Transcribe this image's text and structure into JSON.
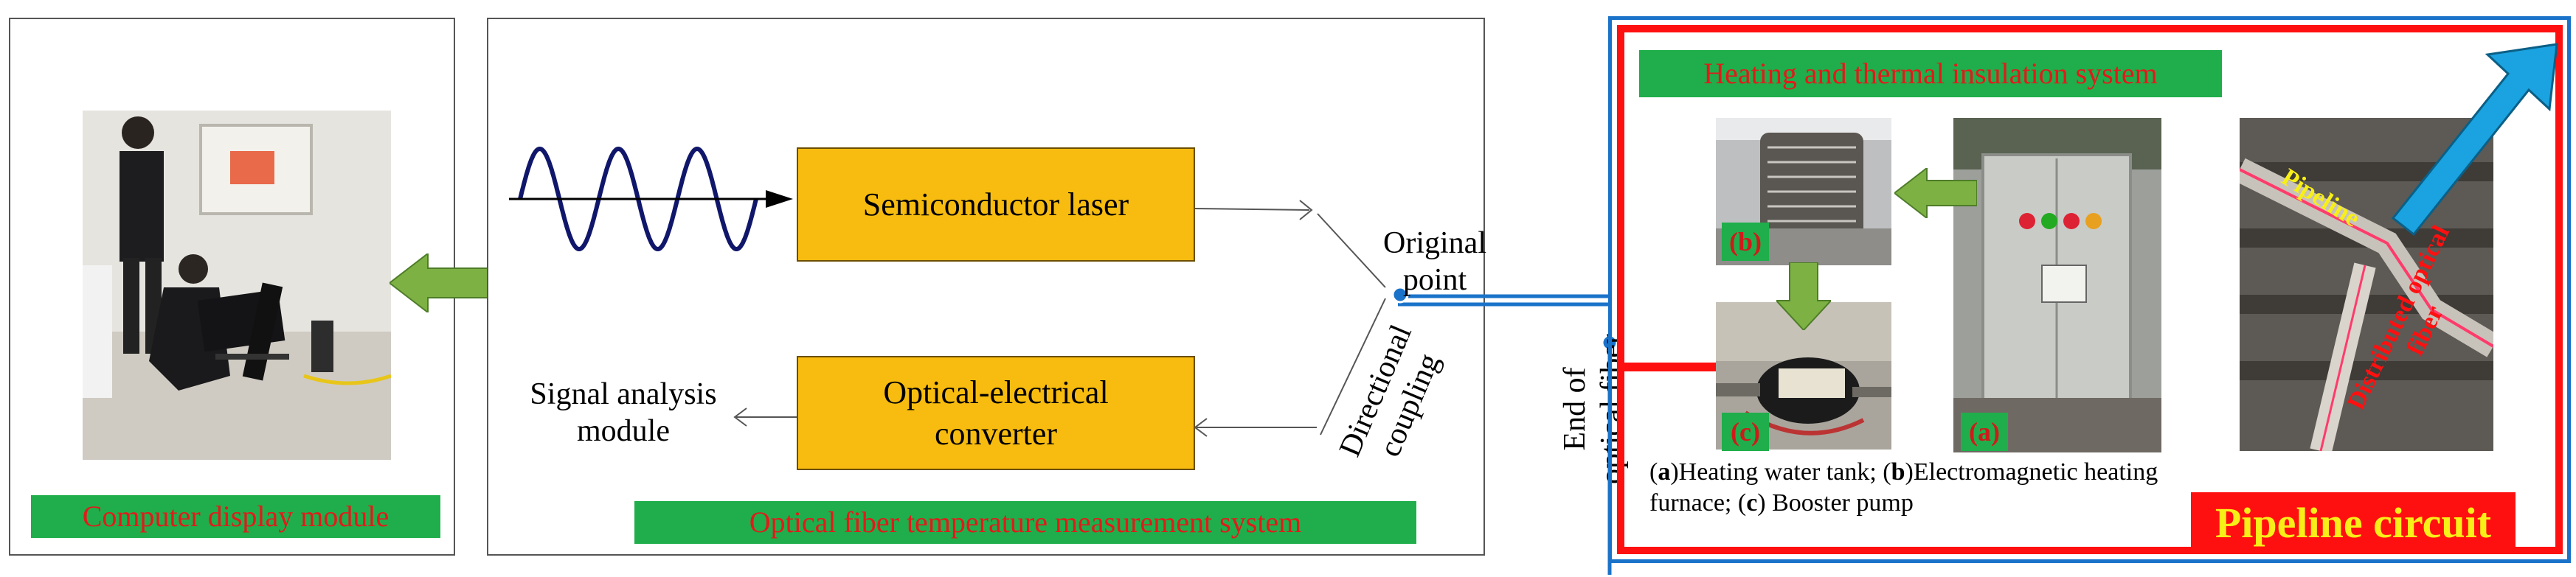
{
  "computer_module": {
    "label": "Computer display module"
  },
  "measurement_system": {
    "label": "Optical fiber temperature measurement system",
    "laser": "Semiconductor laser",
    "converter_line1": "Optical-electrical",
    "converter_line2": "converter",
    "signal_line1": "Signal analysis",
    "signal_line2": "module",
    "original_line1": "Original",
    "original_line2": "point",
    "coupling_line1": "Directional",
    "coupling_line2": "coupling"
  },
  "fiber_end": {
    "line1": "End of",
    "line2": "optical fiber"
  },
  "heating_system": {
    "label": "Heating and thermal insulation system",
    "tag_a": "(a)",
    "tag_b": "(b)",
    "tag_c": "(c)",
    "caption": {
      "a_letter": "a",
      "a_text": "Heating water tank; ",
      "b_letter": "b",
      "b_text": "Electromagnetic heating",
      "line2_pre": "furnace; (",
      "c_letter": "c",
      "c_text": ") Booster pump"
    }
  },
  "pipeline_photo": {
    "pipeline_label": "Pipeline",
    "fiber_line1": "Distributed optical",
    "fiber_line2": "fiber"
  },
  "pipeline_circuit": {
    "label": "Pipeline circuit"
  },
  "colors": {
    "green": "#1fae4b",
    "orange": "#f7bc0f",
    "red": "#ff1010",
    "blue": "#1a73c9",
    "arrow_green": "#7db144",
    "arrow_blue": "#1aa3e0"
  }
}
